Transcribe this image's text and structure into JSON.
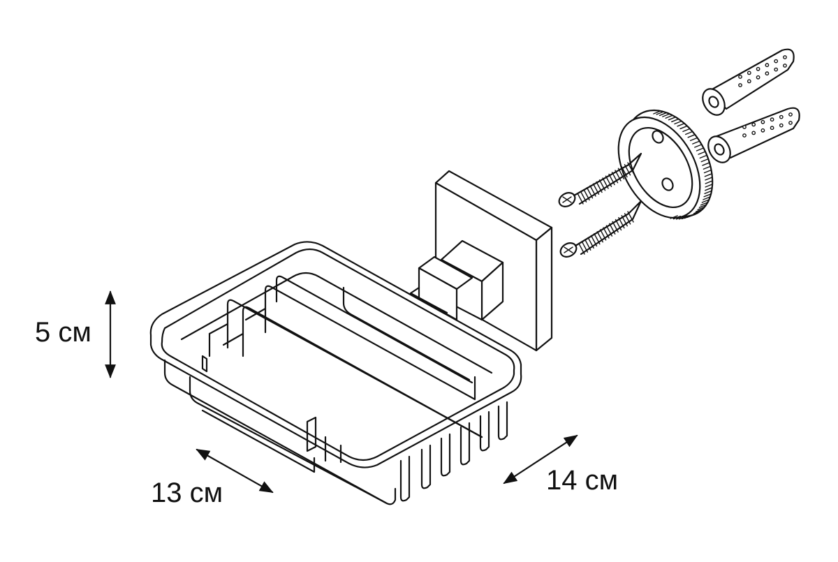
{
  "dimensions": {
    "height": "5 см",
    "width": "13 см",
    "depth": "14 см"
  },
  "colors": {
    "stroke": "#111111",
    "background": "#ffffff"
  }
}
